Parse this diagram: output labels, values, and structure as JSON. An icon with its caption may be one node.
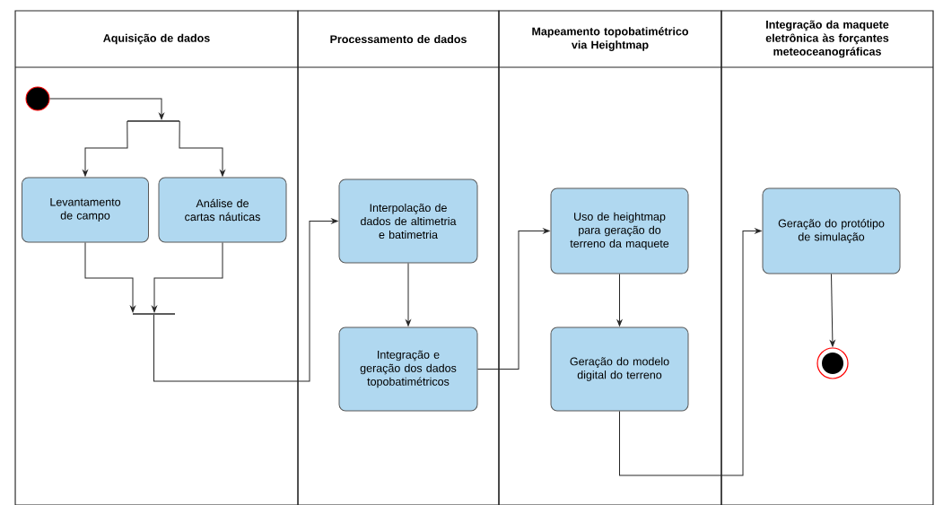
{
  "diagram": {
    "nodes": [
      {
        "text": [
          "Aquisição de dados"
        ]
      },
      {
        "text": [
          "Processamento de dados"
        ]
      },
      {
        "text": [
          "Mapeamento topobatimétrico via Heightmap"
        ]
      },
      {
        "text": [
          "Integração da maquete eletrônica às forçantes meteoceanográficas"
        ]
      },
      {
        "text": [],
        "shape": "circle",
        "in": 0
      },
      {
        "text": [],
        "shape": "bar",
        "in": 0
      },
      {
        "text": [
          "Levantamento de campo"
        ],
        "in": 0
      },
      {
        "text": [
          "Análise de cartas náuticas"
        ],
        "in": 0
      },
      {
        "text": [],
        "shape": "bar",
        "in": 0
      },
      {
        "text": [
          "Interpolação de dados de altimetria e batimetria"
        ],
        "in": 1
      },
      {
        "text": [
          "Integração e geração dos dados topobatimétricos"
        ],
        "in": 1
      },
      {
        "text": [
          "Uso de heightmap para geração do terreno da maquete"
        ],
        "in": 2
      },
      {
        "text": [
          "Geração do modelo digital do terreno"
        ],
        "in": 2
      },
      {
        "text": [
          "Geração do protótipo de simulação"
        ],
        "in": 3
      },
      {
        "text": [],
        "shape": "circle",
        "in": 3
      }
    ],
    "edges": [
      {
        "from": 4,
        "to": 5,
        "arrow": "to"
      },
      {
        "from": 5,
        "to": 6,
        "arrow": "to"
      },
      {
        "from": 5,
        "to": 7,
        "arrow": "to"
      },
      {
        "from": 6,
        "to": 8,
        "arrow": "to"
      },
      {
        "from": 7,
        "to": 8,
        "arrow": "to"
      },
      {
        "from": 8,
        "to": 9,
        "arrow": "to"
      },
      {
        "from": 9,
        "to": 10,
        "arrow": "to"
      },
      {
        "from": 10,
        "to": 11,
        "arrow": "to"
      },
      {
        "from": 11,
        "to": 12,
        "arrow": "to"
      },
      {
        "from": 12,
        "to": 13,
        "arrow": "to"
      },
      {
        "from": 13,
        "to": 14,
        "arrow": "to"
      }
    ]
  }
}
